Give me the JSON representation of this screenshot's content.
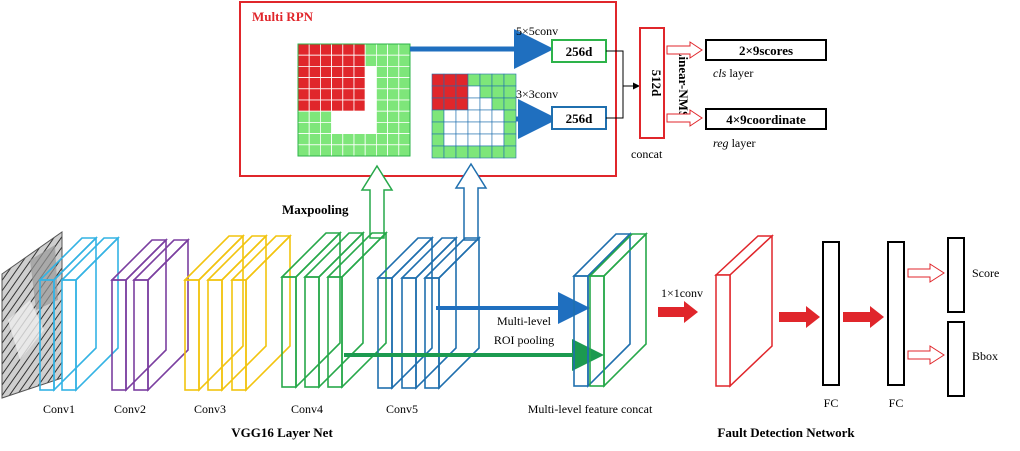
{
  "colors": {
    "red": "#e0262b",
    "green_fill": "#7ee67a",
    "green_stroke": "#2db34a",
    "blue": "#1f6fbf",
    "cyan": "#34b3e4",
    "purple": "#7b3fa0",
    "yellow": "#f2c40f",
    "layer_green": "#27a84a",
    "layer_blue": "#1f6fae",
    "dark_green": "#1c9a50"
  },
  "rpn": {
    "title": "Multi RPN",
    "conv5x5": "5×5conv",
    "conv3x3": "3×3conv",
    "feat_top": "256d",
    "feat_bottom": "256d",
    "concat_box": "512d",
    "concat_label": "concat",
    "nms_label": "Linear-NMS",
    "scores_box": "2×9scores",
    "cls_label_i": "cls",
    "cls_label_r": " layer",
    "coord_box": "4×9coordinate",
    "reg_label_i": "reg",
    "reg_label_r": " layer"
  },
  "backbone": {
    "maxpooling": "Maxpooling",
    "stages": [
      "Conv1",
      "Conv2",
      "Conv3",
      "Conv4",
      "Conv5"
    ],
    "net_title": "VGG16 Layer Net",
    "roi_line1": "Multi-level",
    "roi_line2": "ROI pooling",
    "concat_label": "Multi-level  feature  concat"
  },
  "detector": {
    "conv1x1": "1×1conv",
    "fc1": "FC",
    "fc2": "FC",
    "score": "Score",
    "bbox": "Bbox",
    "title": "Fault Detection Network"
  }
}
